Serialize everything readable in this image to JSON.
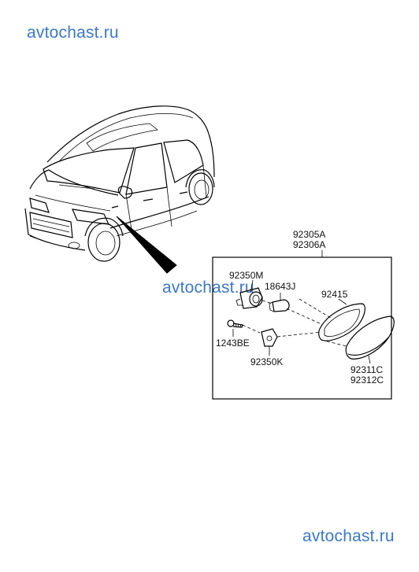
{
  "watermarks": {
    "top": "avtochast.ru",
    "middle": "avtochast.ru",
    "bottom": "avtochast.ru"
  },
  "colors": {
    "watermark": "#3c78c8",
    "lines": "#000000",
    "background": "#ffffff"
  },
  "parts": {
    "assembly_a": "92305A",
    "assembly_b": "92306A",
    "socket": "92350M",
    "bulb": "18643J",
    "lens": "92415",
    "screw": "1243BE",
    "bracket": "92350K",
    "housing_a": "92311C",
    "housing_b": "92312C"
  }
}
